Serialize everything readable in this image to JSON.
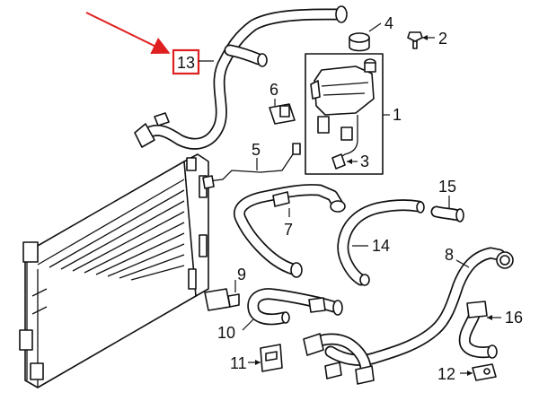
{
  "diagram": {
    "callouts": [
      {
        "id": "1",
        "label": "1"
      },
      {
        "id": "2",
        "label": "2"
      },
      {
        "id": "3",
        "label": "3"
      },
      {
        "id": "4",
        "label": "4"
      },
      {
        "id": "5",
        "label": "5"
      },
      {
        "id": "6",
        "label": "6"
      },
      {
        "id": "7",
        "label": "7"
      },
      {
        "id": "8",
        "label": "8"
      },
      {
        "id": "9",
        "label": "9"
      },
      {
        "id": "10",
        "label": "10"
      },
      {
        "id": "11",
        "label": "11"
      },
      {
        "id": "12",
        "label": "12"
      },
      {
        "id": "13",
        "label": "13"
      },
      {
        "id": "14",
        "label": "14"
      },
      {
        "id": "15",
        "label": "15"
      },
      {
        "id": "16",
        "label": "16"
      }
    ],
    "highlight": {
      "callout": "13",
      "color": "#e02020"
    },
    "arrow_color": "#e02020",
    "line_color": "#111111"
  }
}
